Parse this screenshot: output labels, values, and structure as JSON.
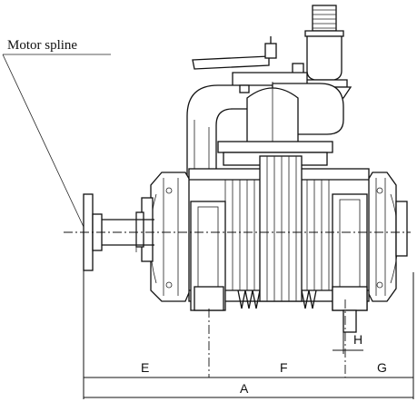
{
  "callout": {
    "motor_spline": "Motor spline"
  },
  "dimensions": {
    "A": "A",
    "E": "E",
    "F": "F",
    "G": "G",
    "H": "H"
  }
}
